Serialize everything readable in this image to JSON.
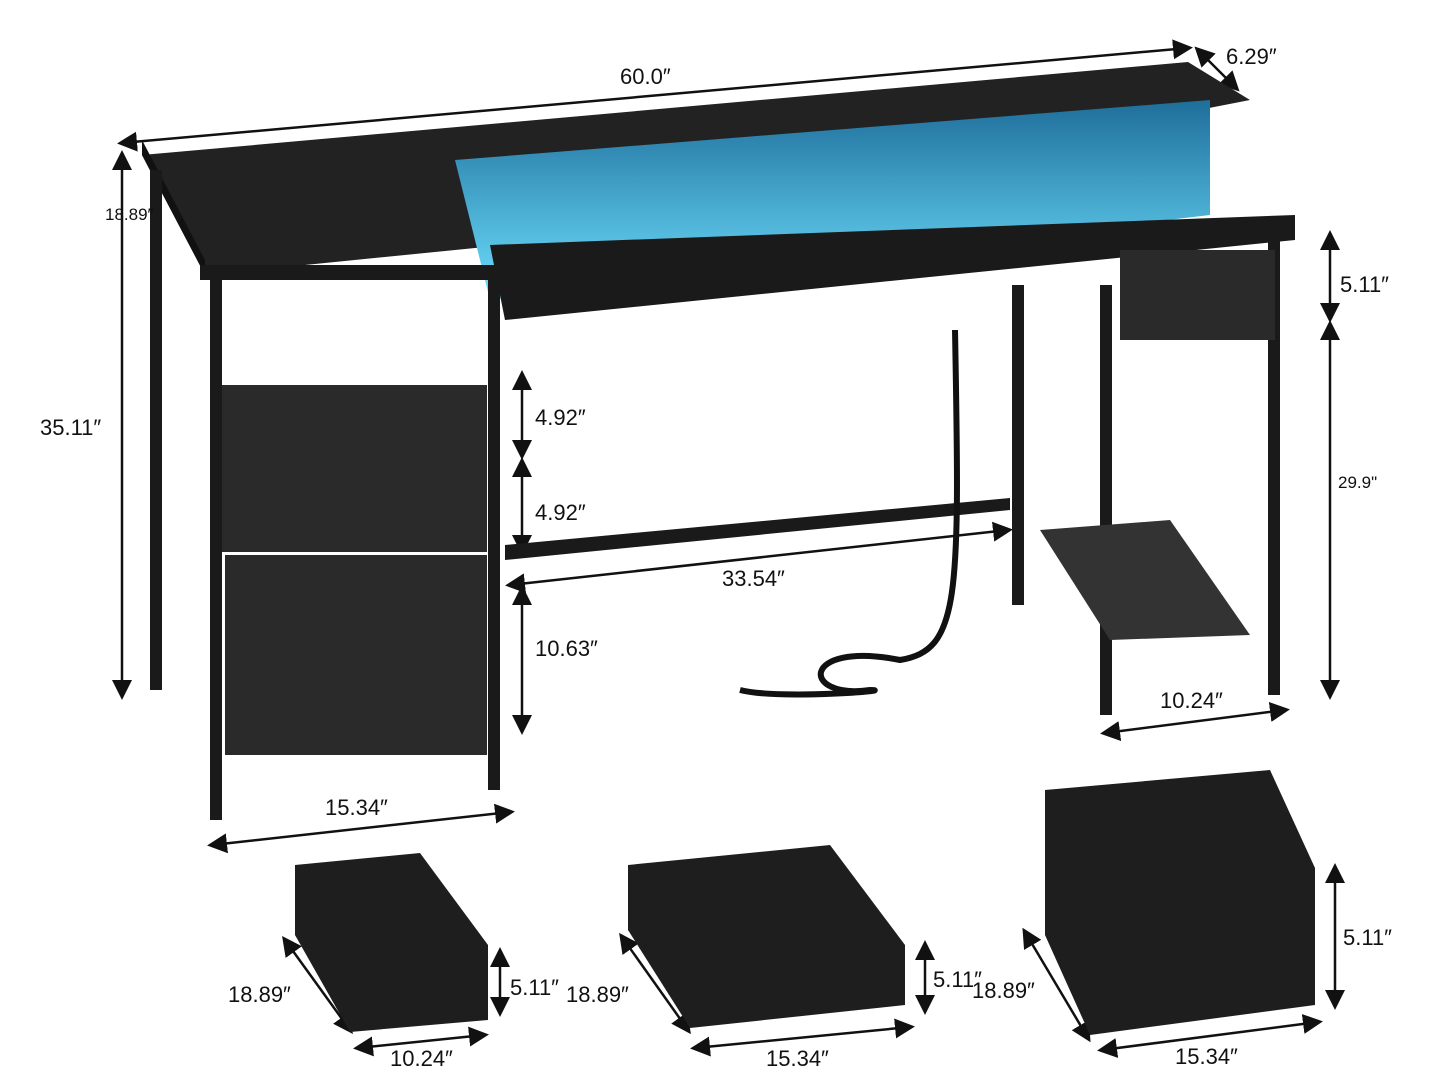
{
  "dimensions": {
    "desk_width": "60.0″",
    "shelf_depth": "6.29″",
    "desk_depth": "18.89″",
    "total_height": "35.11″",
    "drawer1_height": "4.92″",
    "drawer2_height": "4.92″",
    "bar_length": "33.54″",
    "file_drawer_height": "10.63″",
    "side_drawer_height": "5.11″",
    "desk_height": "29.9\"",
    "side_width": "10.24″",
    "cabinet_width": "15.34″"
  },
  "drawers": [
    {
      "depth": "18.89″",
      "height": "5.11″",
      "width": "10.24″"
    },
    {
      "depth": "18.89″",
      "height": "5.11″",
      "width": "15.34″"
    },
    {
      "depth": "18.89″",
      "height": "5.11″",
      "width": "15.34″"
    }
  ],
  "colors": {
    "desk": "#1a1a1a",
    "led": "#3ec8f0",
    "fabric": "#2a2a2a"
  }
}
